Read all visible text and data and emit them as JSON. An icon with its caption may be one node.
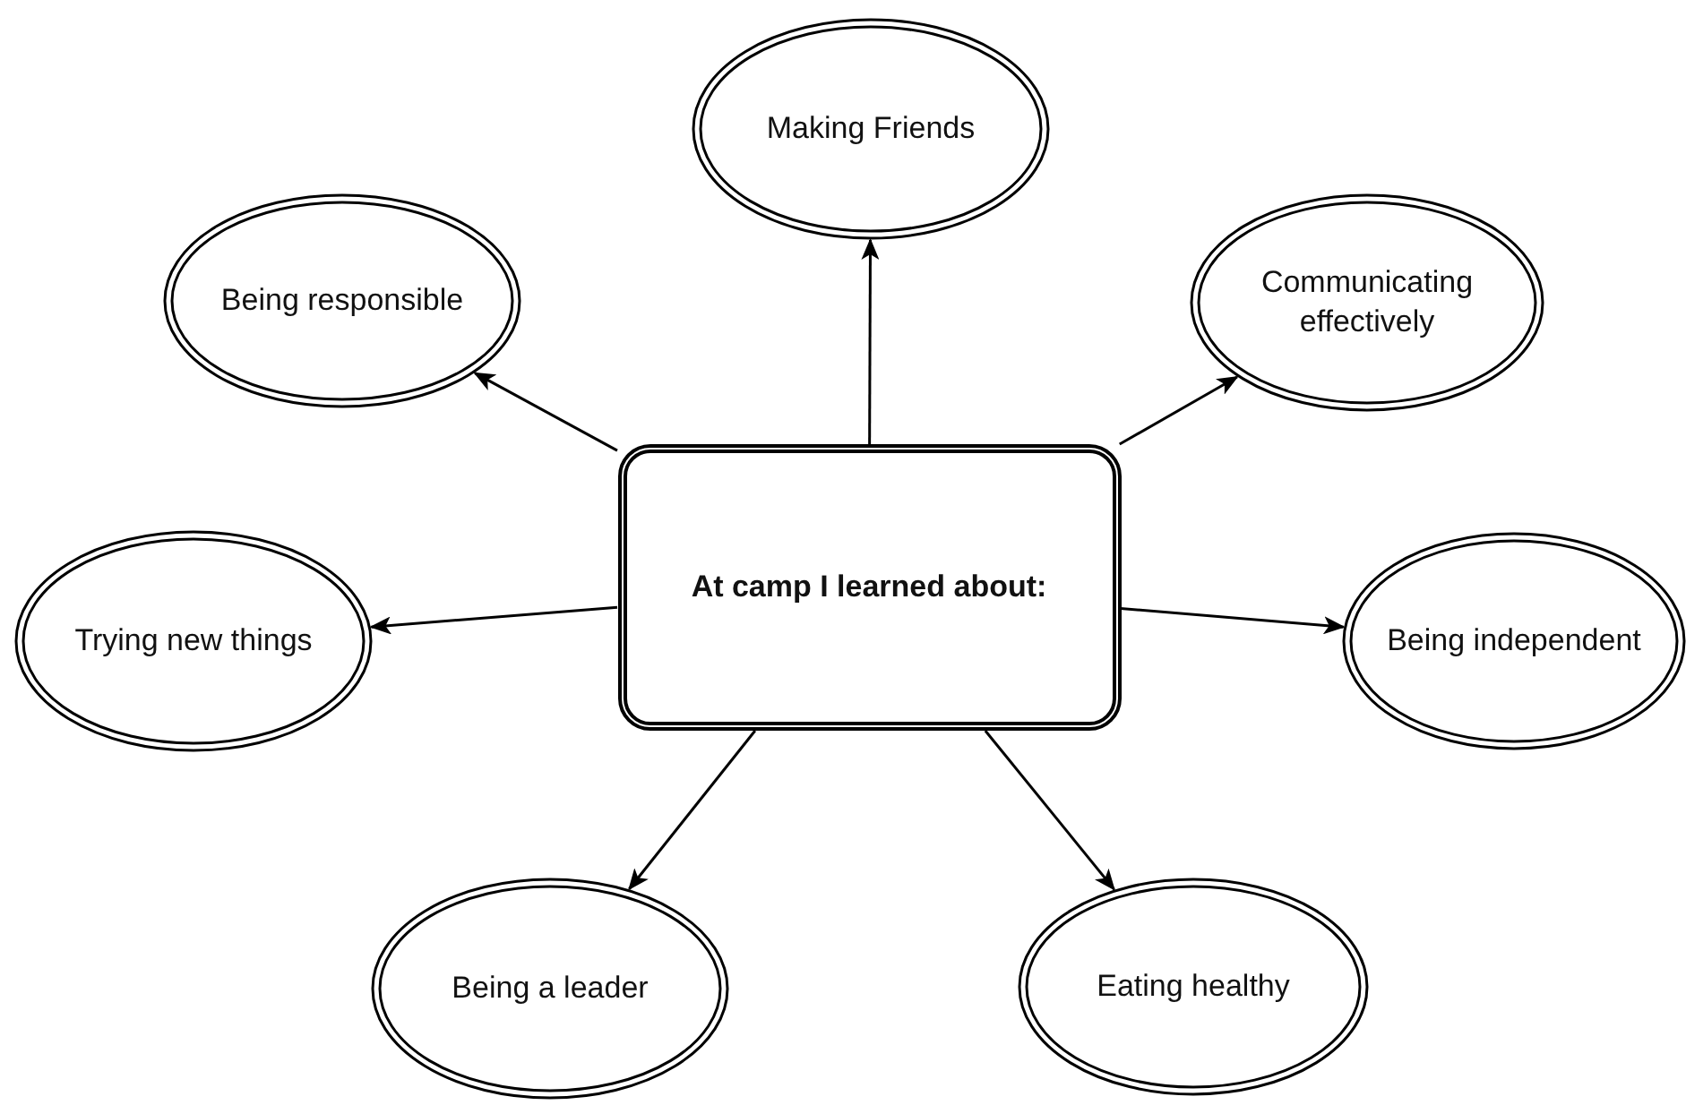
{
  "diagram": {
    "nodes": [
      {
        "text": [
          "At camp I learned about:"
        ]
      },
      {
        "text": [
          "Making Friends"
        ]
      },
      {
        "text": [
          "Being responsible"
        ]
      },
      {
        "text": [
          "Communicating effectively"
        ]
      },
      {
        "text": [
          "Trying new things"
        ]
      },
      {
        "text": [
          "Being independent"
        ]
      },
      {
        "text": [
          "Being a leader"
        ]
      },
      {
        "text": [
          "Eating healthy"
        ]
      }
    ],
    "edges": [
      {
        "from": 0,
        "to": 1,
        "arrow": "to"
      },
      {
        "from": 0,
        "to": 2,
        "arrow": "to"
      },
      {
        "from": 0,
        "to": 3,
        "arrow": "to"
      },
      {
        "from": 0,
        "to": 4,
        "arrow": "to"
      },
      {
        "from": 0,
        "to": 5,
        "arrow": "to"
      },
      {
        "from": 0,
        "to": 6,
        "arrow": "to"
      },
      {
        "from": 0,
        "to": 7,
        "arrow": "to"
      }
    ]
  }
}
